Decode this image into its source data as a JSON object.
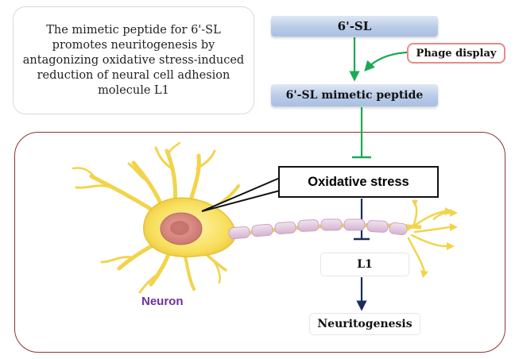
{
  "summary": {
    "lines": [
      "The mimetic peptide for 6'-SL",
      "promotes neuritogenesis by",
      "antagonizing oxidative stress-induced",
      "reduction of neural cell adhesion",
      "molecule L1"
    ]
  },
  "nodes": {
    "sl": "6'-SL",
    "phage": "Phage display",
    "peptide": "6'-SL mimetic peptide",
    "oxidative": "Oxidative stress",
    "l1": "L1",
    "neuritogenesis": "Neuritogenesis",
    "neuron": "Neuron"
  },
  "colors": {
    "green_arrow": "#1aaa55",
    "navy_arrow": "#1a2c5b",
    "frame": "#8e3434",
    "neuron_label": "#7030a0",
    "phage_border": "#e88a8a"
  },
  "edges": [
    {
      "from": "sl",
      "to": "peptide",
      "type": "activation"
    },
    {
      "from": "phage",
      "to": "peptide",
      "type": "activation"
    },
    {
      "from": "peptide",
      "to": "oxidative",
      "type": "inhibition"
    },
    {
      "from": "oxidative",
      "to": "l1",
      "type": "inhibition"
    },
    {
      "from": "l1",
      "to": "neuritogenesis",
      "type": "activation"
    }
  ]
}
